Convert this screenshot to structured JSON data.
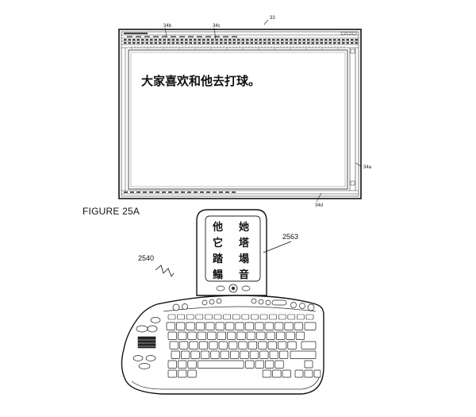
{
  "figure": {
    "caption": "FIGURE 25A",
    "refs": {
      "monitor": "33",
      "menu_bar": "34b",
      "toolbar": "34c",
      "scrollbar": "34a",
      "status_bar": "34d",
      "keyboard": "2540",
      "candidate_display": "2563"
    },
    "document_text": "大家喜欢和他去打球。",
    "candidates": [
      "他",
      "她",
      "它",
      "塔",
      "踏",
      "塌",
      "鳎",
      "音"
    ]
  }
}
